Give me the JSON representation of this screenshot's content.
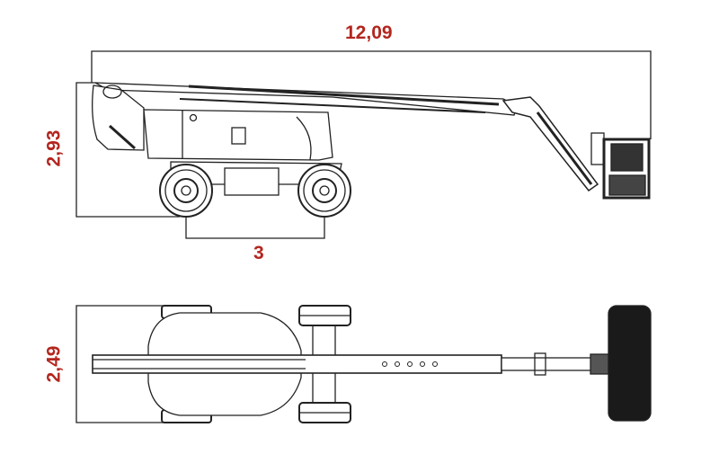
{
  "dimensions": {
    "total_length": "12,09",
    "stowed_height": "2,93",
    "wheelbase": "3",
    "width": "2,49"
  },
  "colors": {
    "dimension_text": "#b3261e",
    "line": "#222222"
  },
  "views": [
    "side-view",
    "top-view"
  ]
}
